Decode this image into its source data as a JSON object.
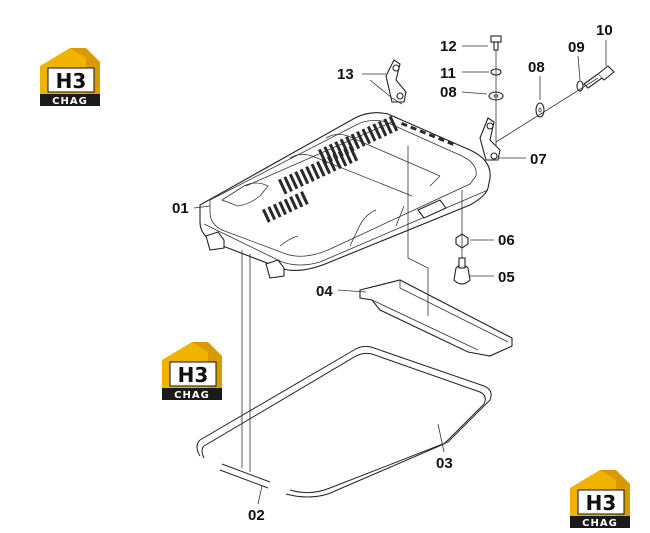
{
  "callouts": {
    "p01": "01",
    "p02": "02",
    "p03": "03",
    "p04": "04",
    "p05": "05",
    "p06": "06",
    "p07": "07",
    "p08a": "08",
    "p08b": "08",
    "p09": "09",
    "p10": "10",
    "p11": "11",
    "p12": "12",
    "p13": "13"
  },
  "watermark": {
    "mark": "H3",
    "name": "CHAG",
    "accent_color": "#f0b400",
    "dark_color": "#1a1a1a"
  }
}
